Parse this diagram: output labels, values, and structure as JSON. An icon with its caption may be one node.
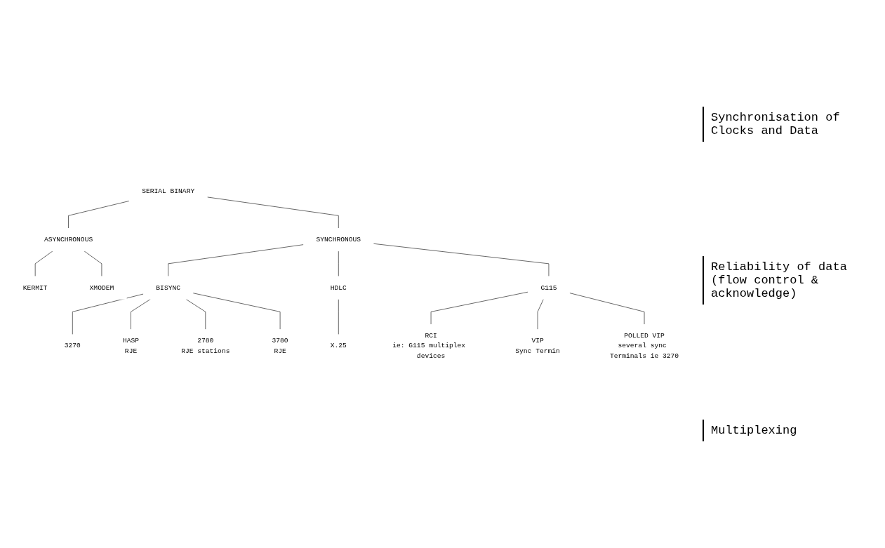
{
  "diagram": {
    "nodes": [
      {
        "text": [
          "SERIAL BINARY"
        ]
      },
      {
        "text": [
          "ASYNCHRONOUS"
        ]
      },
      {
        "text": [
          "SYNCHRONOUS"
        ]
      },
      {
        "text": [
          "KERMIT"
        ]
      },
      {
        "text": [
          "XMODEM"
        ]
      },
      {
        "text": [
          "BISYNC"
        ]
      },
      {
        "text": [
          "HDLC"
        ]
      },
      {
        "text": [
          "G115"
        ]
      },
      {
        "text": [
          "3270"
        ]
      },
      {
        "text": [
          "HASP",
          "RJE"
        ]
      },
      {
        "text": [
          "2780",
          "RJE stations"
        ]
      },
      {
        "text": [
          "3780",
          "RJE"
        ]
      },
      {
        "text": [
          "X.25"
        ]
      },
      {
        "text": [
          "RCI",
          "ie: G115 multiplex devices"
        ]
      },
      {
        "text": [
          "VIP",
          "Sync Termin"
        ]
      },
      {
        "text": [
          "POLLED VIP",
          "several sync Terminals ie 3270"
        ]
      }
    ],
    "edges": [
      {
        "from": 0,
        "to": 1,
        "arrow": "none"
      },
      {
        "from": 0,
        "to": 2,
        "arrow": "none"
      },
      {
        "from": 1,
        "to": 3,
        "arrow": "none"
      },
      {
        "from": 1,
        "to": 4,
        "arrow": "none"
      },
      {
        "from": 2,
        "to": 5,
        "arrow": "none"
      },
      {
        "from": 2,
        "to": 6,
        "arrow": "none"
      },
      {
        "from": 2,
        "to": 7,
        "arrow": "none"
      },
      {
        "from": 5,
        "to": 8,
        "arrow": "none"
      },
      {
        "from": 5,
        "to": 9,
        "arrow": "none"
      },
      {
        "from": 5,
        "to": 10,
        "arrow": "none"
      },
      {
        "from": 5,
        "to": 11,
        "arrow": "none"
      },
      {
        "from": 6,
        "to": 12,
        "arrow": "none"
      },
      {
        "from": 7,
        "to": 13,
        "arrow": "none"
      },
      {
        "from": 7,
        "to": 14,
        "arrow": "none"
      },
      {
        "from": 7,
        "to": 15,
        "arrow": "none"
      }
    ],
    "labels": [
      "Synchronisation of Clocks and Data",
      "Reliability of data (flow control & acknowledge)",
      "Multiplexing"
    ]
  }
}
